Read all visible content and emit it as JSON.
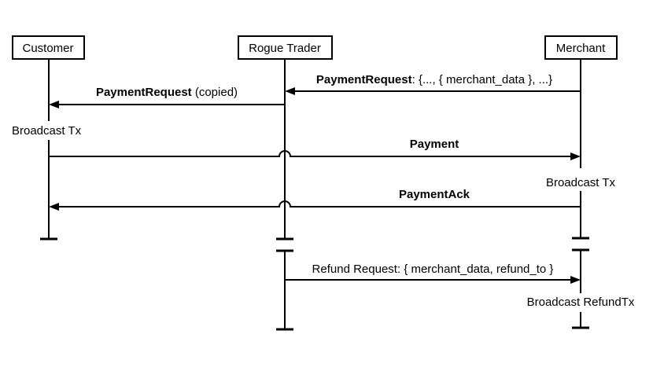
{
  "diagram": {
    "type": "sequence-diagram",
    "colors": {
      "line": "#000000",
      "background": "#ffffff",
      "text": "#000000"
    },
    "actors": [
      {
        "name": "Customer"
      },
      {
        "name": "Rogue Trader"
      },
      {
        "name": "Merchant"
      }
    ],
    "messages": [
      {
        "bold": "PaymentRequest",
        "rest": ": {..., { merchant_data }, ...}",
        "from": "Merchant",
        "to": "Rogue Trader"
      },
      {
        "bold": "PaymentRequest",
        "rest": " (copied)",
        "from": "Rogue Trader",
        "to": "Customer"
      },
      {
        "bold": "Payment",
        "rest": "",
        "from": "Customer",
        "to": "Merchant",
        "hops_over": "Rogue Trader"
      },
      {
        "bold": "PaymentAck",
        "rest": "",
        "from": "Merchant",
        "to": "Customer",
        "hops_over": "Rogue Trader"
      },
      {
        "bold": "",
        "rest": "Refund Request: { merchant_data, refund_to }",
        "from": "Rogue Trader",
        "to": "Merchant"
      }
    ],
    "annotations": [
      {
        "text": "Broadcast Tx",
        "actor": "Customer"
      },
      {
        "text": "Broadcast Tx",
        "actor": "Merchant"
      },
      {
        "text": "Broadcast RefundTx",
        "actor": "Merchant"
      }
    ]
  }
}
